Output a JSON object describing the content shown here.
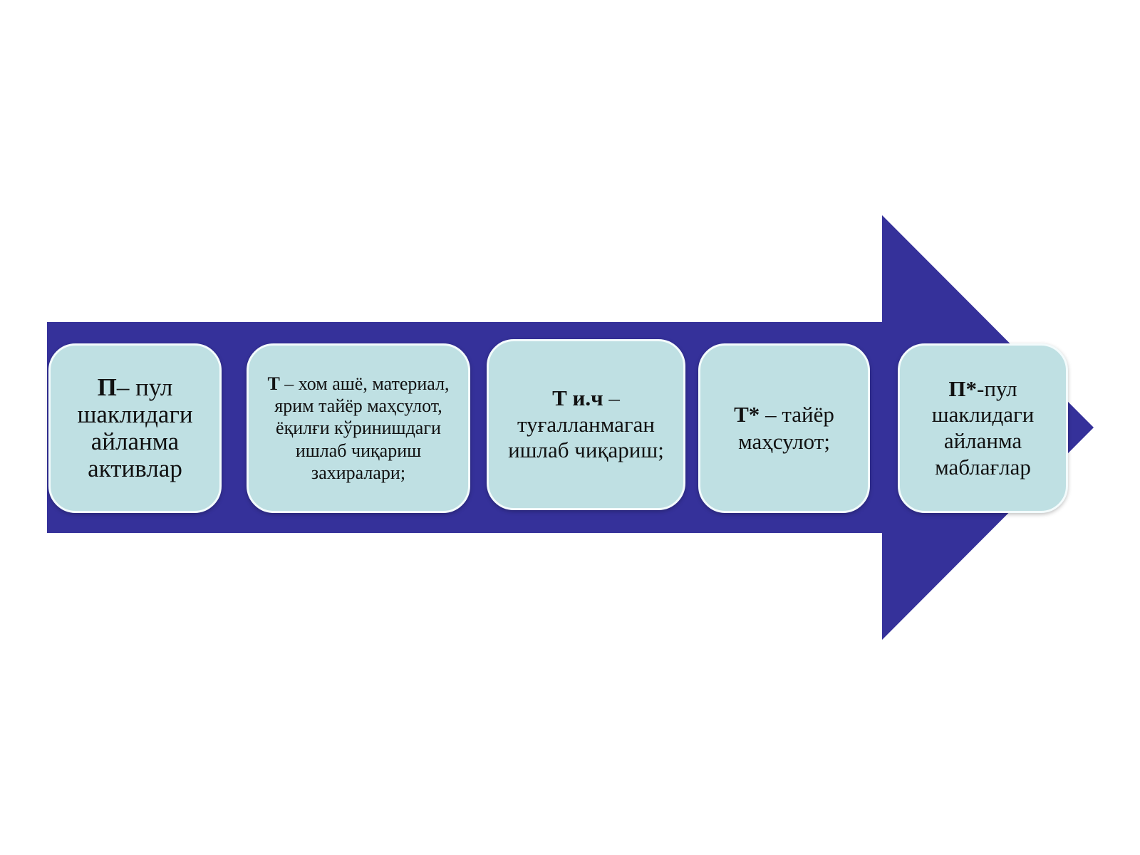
{
  "colors": {
    "arrow": "#35319a",
    "box_fill": "#bfe0e3",
    "box_border": "#f3fbfc"
  },
  "stages": [
    {
      "lead": "П",
      "text": "– пул шаклидаги айланма активлар"
    },
    {
      "lead": "Т",
      "text": " – хом ашё, материал, ярим тайёр маҳсулот, ёқилғи кўринишдаги ишлаб чиқариш захиралари;"
    },
    {
      "lead": "Т и.ч",
      "text": " – туғалланмаган ишлаб чиқариш;"
    },
    {
      "lead": "Т*",
      "text": "  – тайёр маҳсулот;"
    },
    {
      "lead": "П*",
      "text": "-пул шаклидаги айланма маблағлар"
    }
  ]
}
